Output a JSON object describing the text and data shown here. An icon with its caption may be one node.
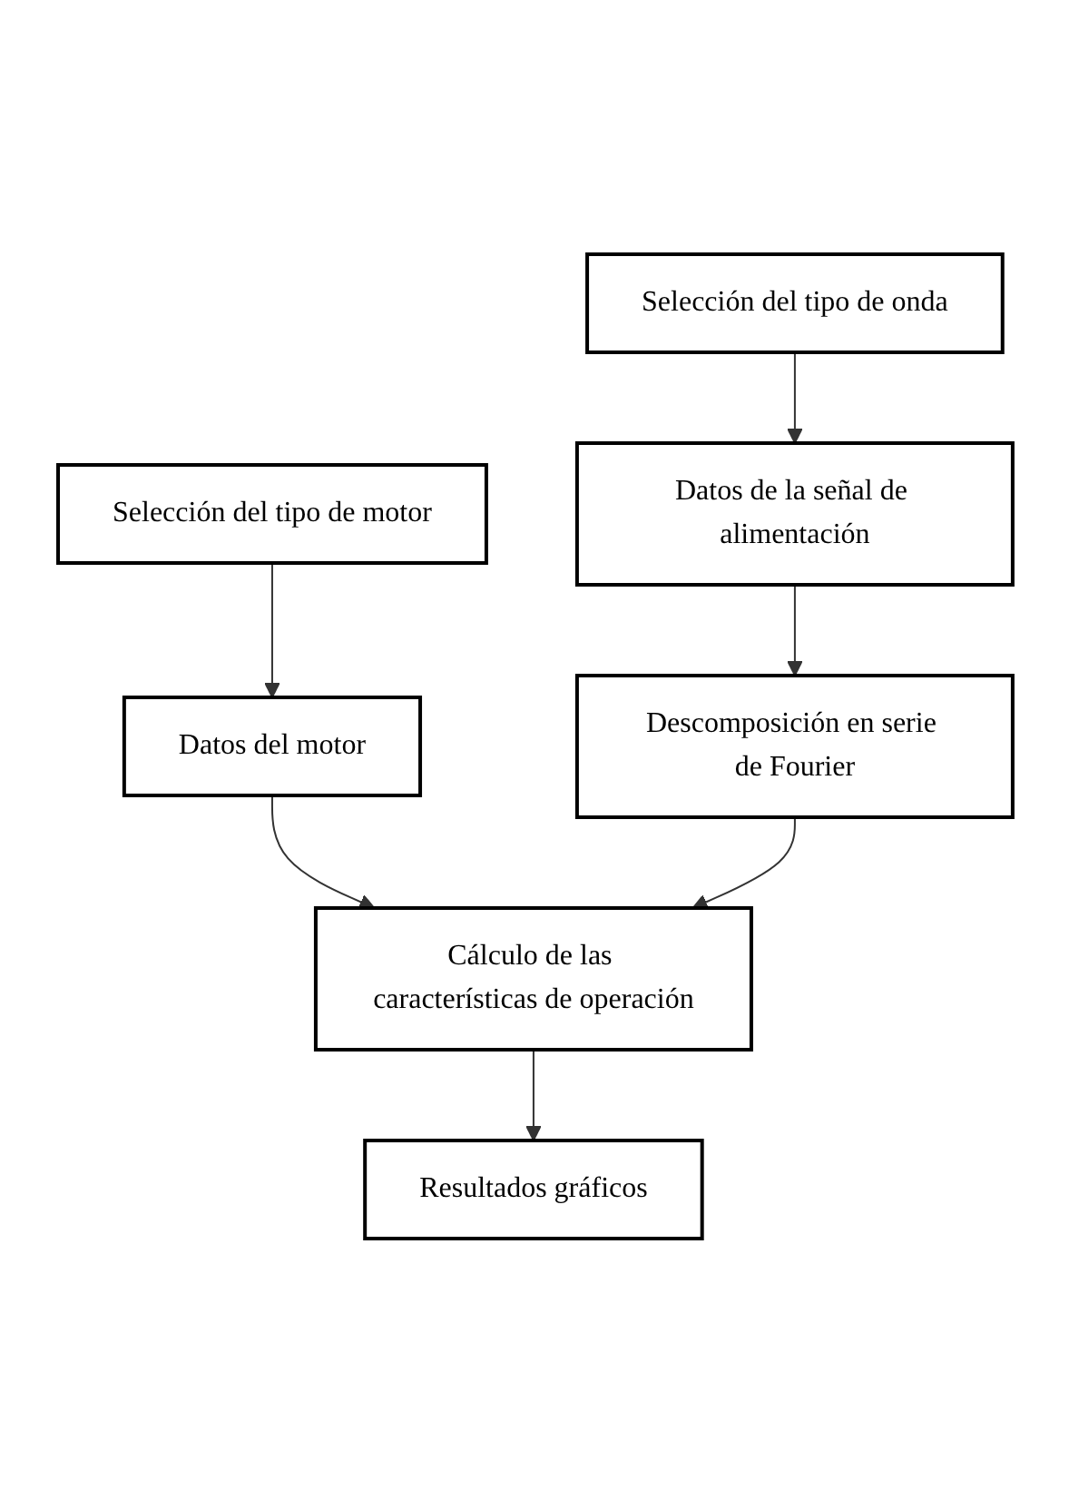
{
  "diagram": {
    "nodes": [
      {
        "text": [
          "Selección del tipo de onda"
        ]
      },
      {
        "text": [
          "Selección del tipo de motor"
        ]
      },
      {
        "text": [
          "Datos de la señal de alimentación"
        ]
      },
      {
        "text": [
          "Datos del motor"
        ]
      },
      {
        "text": [
          "Descomposición en serie de Fourier"
        ]
      },
      {
        "text": [
          "Cálculo de las características de operación"
        ]
      },
      {
        "text": [
          "Resultados gráficos"
        ]
      }
    ],
    "edges": [
      {
        "from": 0,
        "to": 2,
        "arrow": "to"
      },
      {
        "from": 2,
        "to": 4,
        "arrow": "to"
      },
      {
        "from": 1,
        "to": 3,
        "arrow": "to"
      },
      {
        "from": 3,
        "to": 5,
        "arrow": "to"
      },
      {
        "from": 4,
        "to": 5,
        "arrow": "to"
      },
      {
        "from": 5,
        "to": 6,
        "arrow": "to"
      }
    ]
  }
}
